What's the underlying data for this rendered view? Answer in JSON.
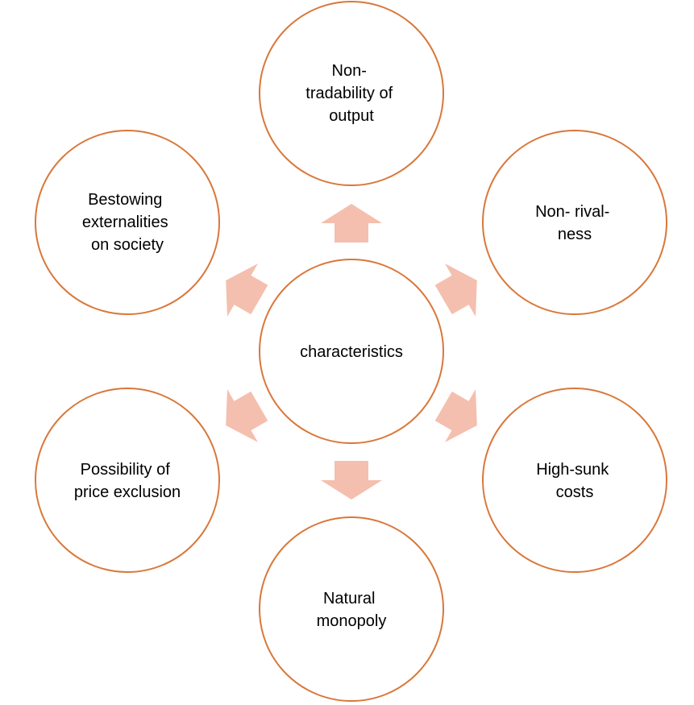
{
  "colors": {
    "circle_stroke": "#D9783A",
    "circle_fill": "#FFFFFF",
    "arrow_fill": "#F4BFAE",
    "text": "#000000"
  },
  "center": {
    "label": "characteristics"
  },
  "nodes": [
    {
      "id": "top",
      "lines": [
        "Non-",
        "tradability of",
        "output"
      ]
    },
    {
      "id": "top-right",
      "lines": [
        "Non- rival-",
        "ness"
      ]
    },
    {
      "id": "bottom-right",
      "lines": [
        "High-sunk",
        "costs"
      ]
    },
    {
      "id": "bottom",
      "lines": [
        "Natural",
        "monopoly"
      ]
    },
    {
      "id": "bottom-left",
      "lines": [
        "Possibility of",
        "price exclusion"
      ]
    },
    {
      "id": "top-left",
      "lines": [
        "Bestowing",
        "externalities",
        "on society"
      ]
    }
  ]
}
